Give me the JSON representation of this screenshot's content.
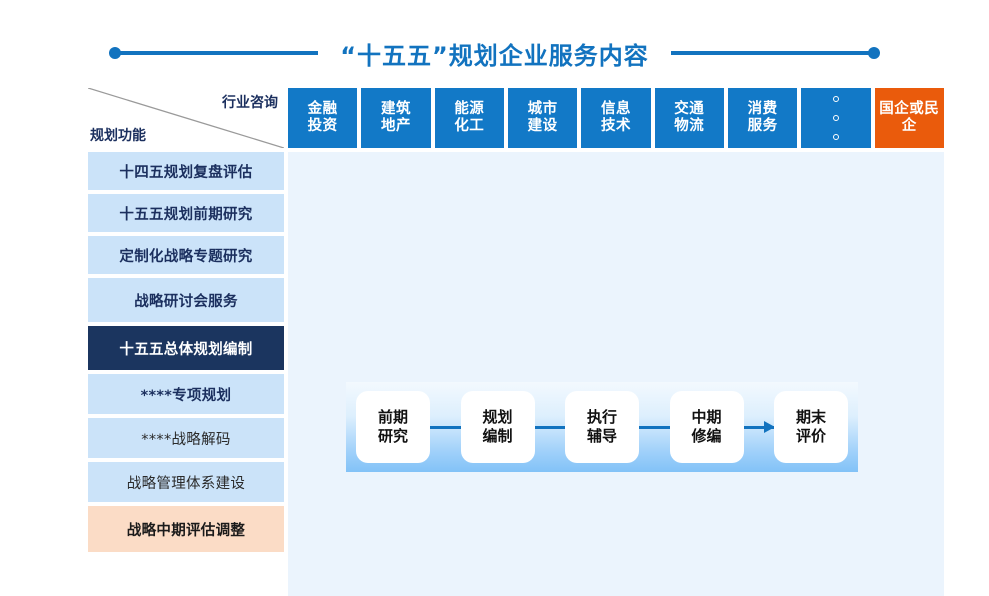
{
  "header": {
    "title": "“十五五”规划企业服务内容",
    "accent_color": "#1273bf"
  },
  "matrix": {
    "corner": {
      "column_axis_label": "行业咨询",
      "row_axis_label": "规划功能"
    },
    "columns": [
      {
        "line1": "金融",
        "line2": "投资",
        "kind": "industry"
      },
      {
        "line1": "建筑",
        "line2": "地产",
        "kind": "industry"
      },
      {
        "line1": "能源",
        "line2": "化工",
        "kind": "industry"
      },
      {
        "line1": "城市",
        "line2": "建设",
        "kind": "industry"
      },
      {
        "line1": "信息",
        "line2": "技术",
        "kind": "industry"
      },
      {
        "line1": "交通",
        "line2": "物流",
        "kind": "industry"
      },
      {
        "line1": "消费",
        "line2": "服务",
        "kind": "industry"
      },
      {
        "line1": "",
        "line2": "",
        "kind": "ellipsis"
      },
      {
        "line1": "国企或民",
        "line2": "企",
        "kind": "highlight"
      }
    ],
    "column_colors": {
      "industry": "#1279c7",
      "highlight": "#ea5b0c"
    },
    "rows": [
      {
        "label": "十四五规划复盘评估",
        "state": "default"
      },
      {
        "label": "十五五规划前期研究",
        "state": "default"
      },
      {
        "label": "定制化战略专题研究",
        "state": "default"
      },
      {
        "label": "战略研讨会服务",
        "state": "default"
      },
      {
        "label": "十五五总体规划编制",
        "state": "active"
      },
      {
        "label": "****专项规划",
        "state": "default"
      },
      {
        "label": "****战略解码",
        "state": "normal"
      },
      {
        "label": "战略管理体系建设",
        "state": "normal"
      },
      {
        "label": "战略中期评估调整",
        "state": "peach"
      }
    ],
    "row_colors": {
      "default": "#cbe3f9",
      "active": "#1b355f",
      "peach": "#fbdcc6"
    }
  },
  "flow": {
    "nodes": [
      {
        "line1": "前期",
        "line2": "研究"
      },
      {
        "line1": "规划",
        "line2": "编制"
      },
      {
        "line1": "执行",
        "line2": "辅导"
      },
      {
        "line1": "中期",
        "line2": "修编"
      },
      {
        "line1": "期末",
        "line2": "评价"
      }
    ],
    "connector_color": "#1273bf",
    "band_color_top": "#f3f9fe",
    "band_color_bottom": "#82c2f7"
  }
}
